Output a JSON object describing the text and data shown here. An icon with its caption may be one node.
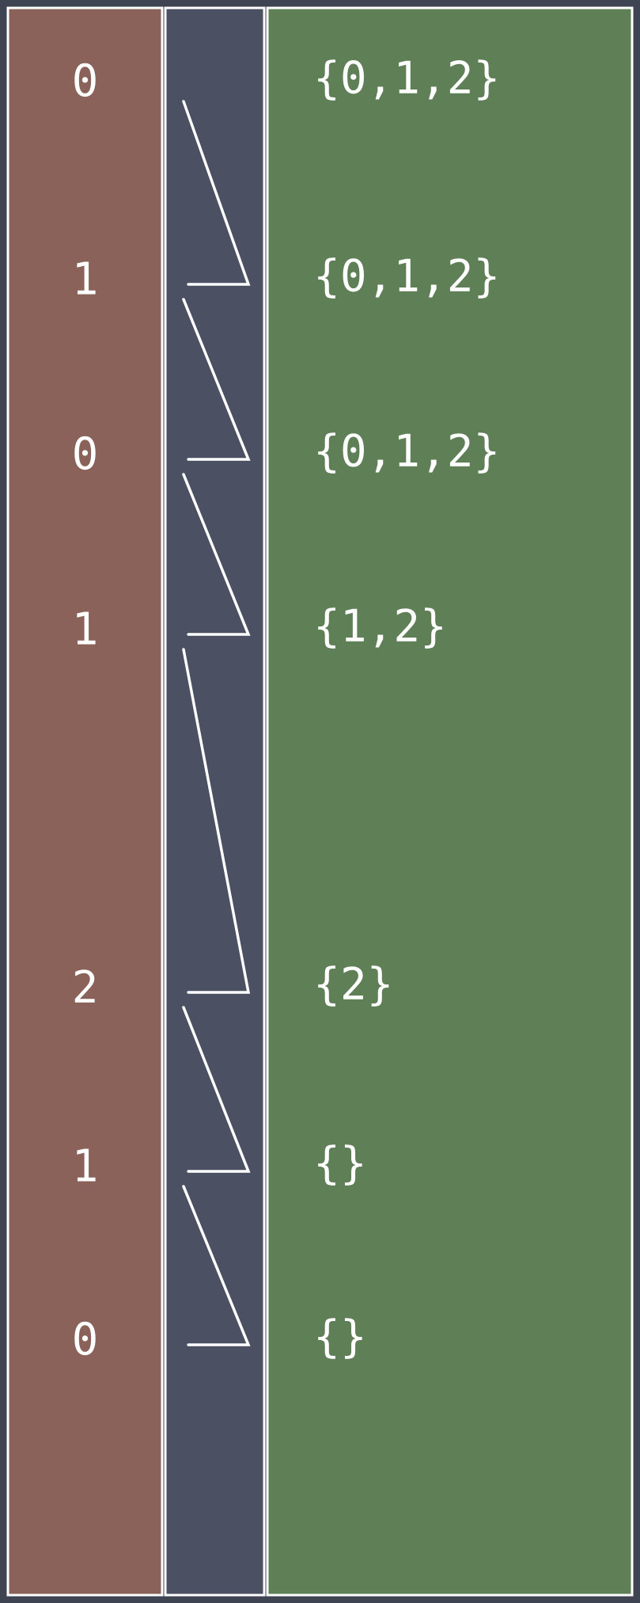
{
  "diagram": {
    "nodes": [
      {
        "text": [
          "0",
          "1",
          "0",
          "1",
          "2",
          "1",
          "0"
        ]
      },
      {
        "text": [],
        "shape": "box"
      },
      {
        "text": [
          "{0,1,2}",
          "{0,1,2}",
          "{0,1,2}",
          "{1,2}",
          "{2}",
          "{}",
          "{}"
        ]
      }
    ]
  }
}
